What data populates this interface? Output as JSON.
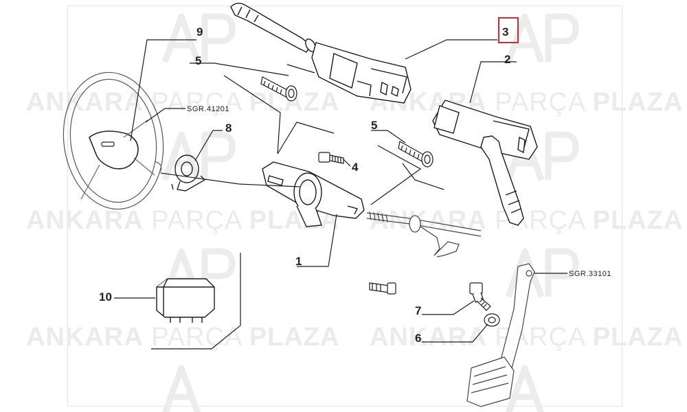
{
  "watermark": {
    "brand_left": "ANKARA",
    "brand_mid": "PARÇA",
    "brand_right": "PLAZA",
    "logo_letters": "AP"
  },
  "parts": {
    "p1": "1",
    "p2": "2",
    "p3": "3",
    "p4": "4",
    "p5a": "5",
    "p5b": "5",
    "p6": "6",
    "p7": "7",
    "p8": "8",
    "p9": "9",
    "p10": "10"
  },
  "refs": {
    "steering": "SGR.41201",
    "pedal": "SGR.33101"
  },
  "colors": {
    "highlight": "#d9272e",
    "line": "#1a1a1a",
    "watermark": "#ebebeb"
  }
}
